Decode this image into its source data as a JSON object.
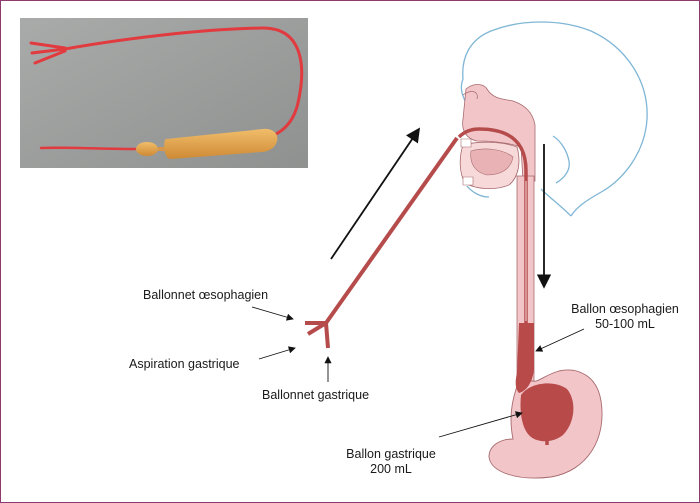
{
  "labels": {
    "oesophageal_balloonet": "Ballonnet œsophagien",
    "gastric_aspiration": "Aspiration gastrique",
    "gastric_balloonet": "Ballonnet gastrique",
    "oesophageal_balloon_title": "Ballon œsophagien",
    "oesophageal_balloon_volume": "50-100 mL",
    "gastric_balloon_title": "Ballon gastrique",
    "gastric_balloon_volume": "200 mL"
  },
  "colors": {
    "tube": "#b54b4b",
    "balloon": "#b94a4a",
    "tissue": "#f2c6c9",
    "head_outline": "#7fb6d6",
    "frame": "#8e3a6f",
    "photo_background": "#9d9f9e",
    "photo_tube": "#e13a3f",
    "photo_balloon": "#e3a24d"
  }
}
